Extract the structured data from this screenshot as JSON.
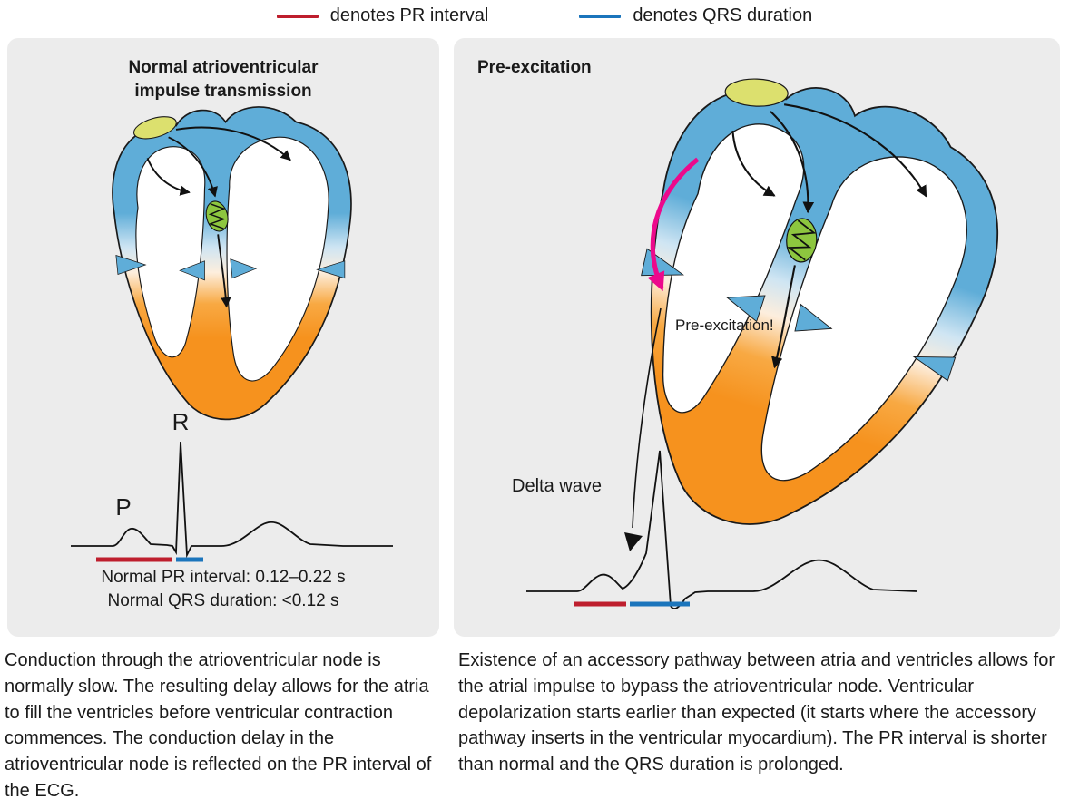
{
  "legend": {
    "pr_label": "denotes PR interval",
    "qrs_label": "denotes QRS duration"
  },
  "left_panel": {
    "title_line1": "Normal atrioventricular",
    "title_line2": "impulse transmission",
    "ecg": {
      "p_label": "P",
      "r_label": "R",
      "pr_note": "Normal PR interval: 0.12–0.22 s",
      "qrs_note": "Normal QRS duration: <0.12 s"
    }
  },
  "right_panel": {
    "title": "Pre-excitation",
    "preexcitation_label": "Pre-excitation!",
    "delta_wave_label": "Delta wave"
  },
  "captions": {
    "left": "Conduction through the atrioventricular node is normally slow. The resulting delay allows for the atria to fill the ventricles before ventricular contraction commences. The conduction delay in the atrioventricular node is reflected on the PR interval of the ECG.",
    "right": "Existence of an accessory pathway between atria and ventricles allows for the atrial impulse to bypass the atrioventricular node. Ventricular depolarization starts earlier than expected (it starts where the accessory pathway inserts in the ventricular myocardium). The PR interval is shorter than normal and the QRS duration is prolonged."
  },
  "colors": {
    "pr_red": "#be1e2d",
    "qrs_blue": "#1b75bc",
    "panel_bg": "#ececec",
    "atrium_blue": "#5fadd8",
    "ventricle_orange": "#f6921e",
    "sa_node_yellow": "#dce06e",
    "av_node_green": "#8dc63f",
    "accent_pink": "#ec098c"
  }
}
